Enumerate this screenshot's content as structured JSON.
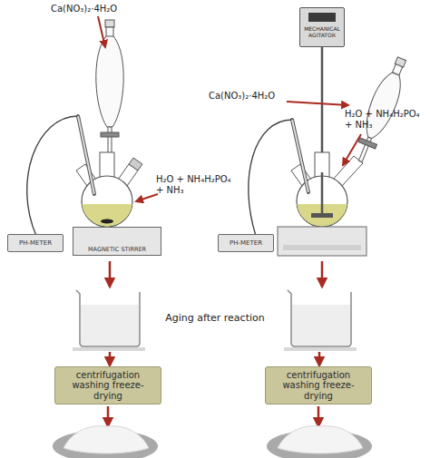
{
  "diagram": {
    "nodes": [
      {
        "text": [
          "MECHANICAL AGITATOR"
        ]
      },
      {
        "text": [
          "PH-METER"
        ]
      },
      {
        "text": [
          "MAGNETIC STIRRER"
        ]
      },
      {
        "text": [
          "PH-METER"
        ]
      },
      {
        "text": [
          "centrifugation washing freeze-drying"
        ]
      },
      {
        "text": [
          "centrifugation washing freeze-drying"
        ]
      }
    ],
    "labels": [
      "Ca(NO₃)₂·4H₂O",
      "Ca(NO₃)₂·4H₂O",
      "H₂O + NH₄H₂PO₄ + NH₃",
      "H₂O + NH₄H₂PO₄ + NH₃",
      "Aging after reaction"
    ]
  }
}
